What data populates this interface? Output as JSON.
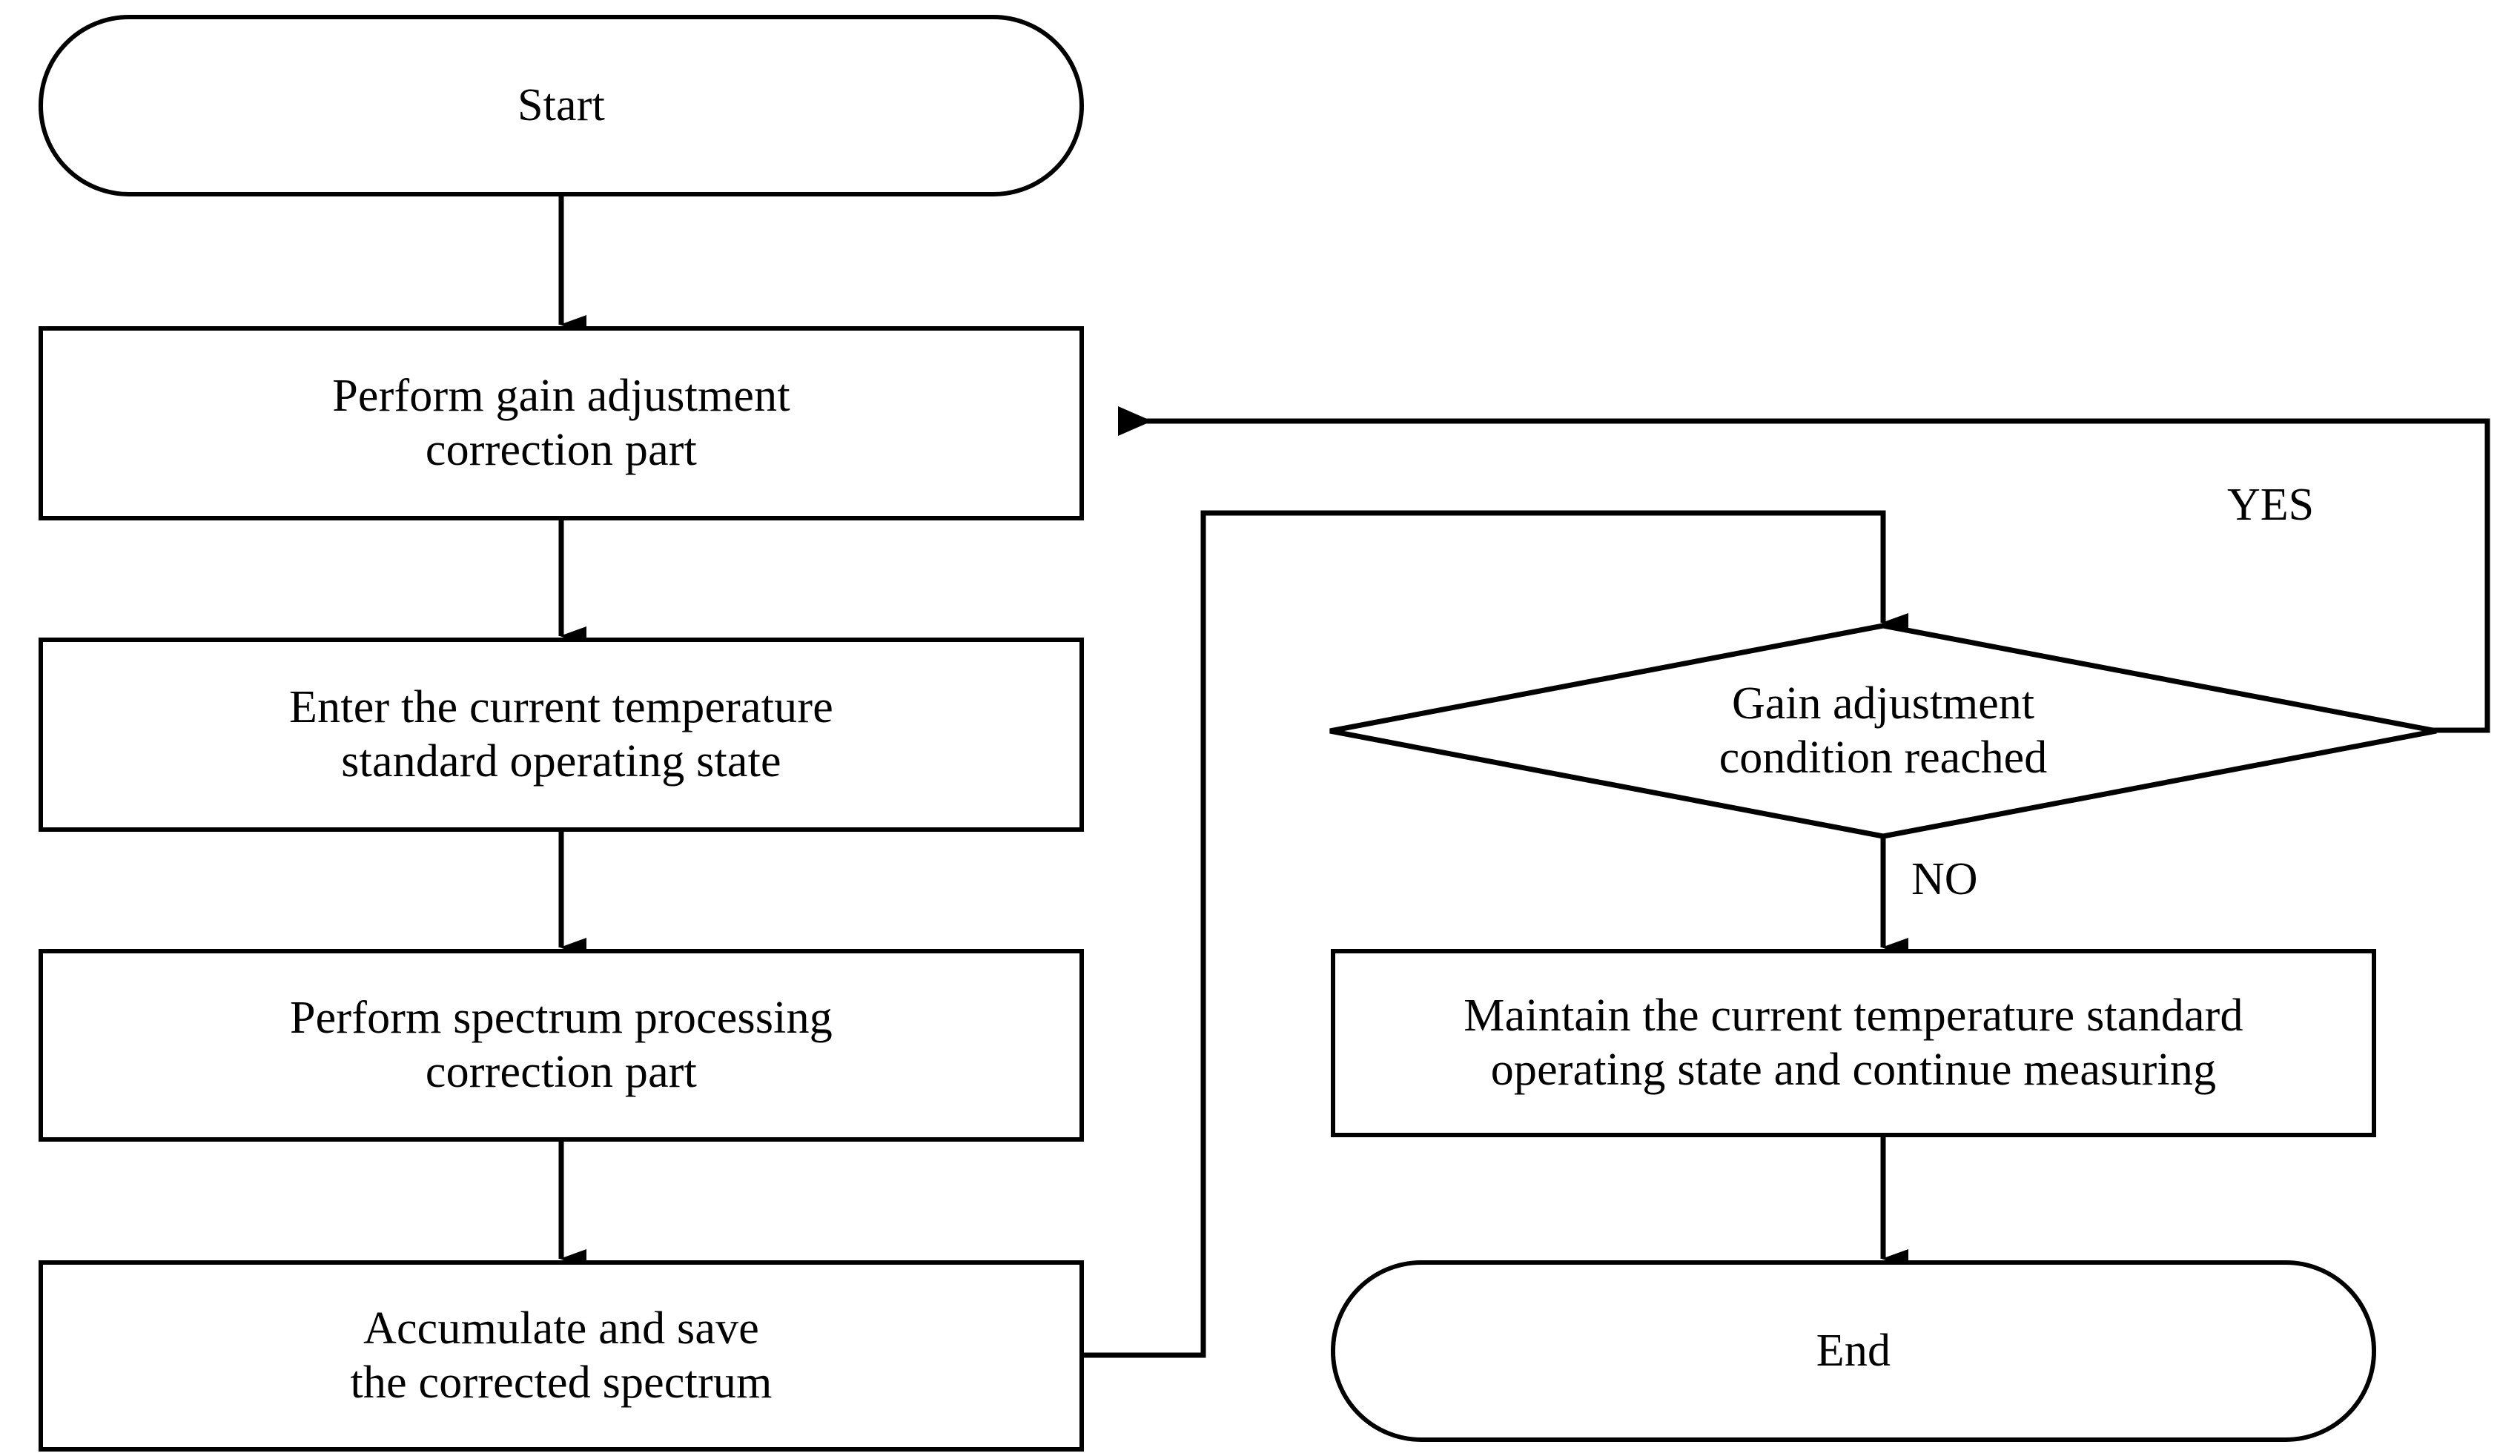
{
  "diagram": {
    "type": "flowchart",
    "title": "",
    "orientation": "two-column",
    "background_color": "#ffffff",
    "line_color": "#000000",
    "text_color": "#000000",
    "nodes": {
      "start": {
        "shape": "terminator",
        "label": "Start"
      },
      "gain_adjustment": {
        "shape": "process",
        "label": "Perform gain adjustment\ncorrection part"
      },
      "enter_temperature_state": {
        "shape": "process",
        "label": "Enter the current temperature\nstandard operating state"
      },
      "spectrum_processing": {
        "shape": "process",
        "label": "Perform spectrum processing\ncorrection part"
      },
      "accumulate_save": {
        "shape": "process",
        "label": "Accumulate and save\nthe corrected spectrum"
      },
      "condition_decision": {
        "shape": "decision",
        "label": "Gain adjustment\ncondition reached"
      },
      "maintain_state": {
        "shape": "process",
        "label": "Maintain the current temperature standard\noperating state and continue measuring"
      },
      "end": {
        "shape": "terminator",
        "label": "End"
      }
    },
    "edge_labels": {
      "yes": "YES",
      "no": "NO"
    },
    "edges": [
      {
        "from": "start",
        "to": "gain_adjustment",
        "label": ""
      },
      {
        "from": "gain_adjustment",
        "to": "enter_temperature_state",
        "label": ""
      },
      {
        "from": "enter_temperature_state",
        "to": "spectrum_processing",
        "label": ""
      },
      {
        "from": "spectrum_processing",
        "to": "accumulate_save",
        "label": ""
      },
      {
        "from": "accumulate_save",
        "to": "condition_decision",
        "label": ""
      },
      {
        "from": "condition_decision",
        "to": "gain_adjustment",
        "label": "YES"
      },
      {
        "from": "condition_decision",
        "to": "maintain_state",
        "label": "NO"
      },
      {
        "from": "maintain_state",
        "to": "end",
        "label": ""
      }
    ]
  }
}
